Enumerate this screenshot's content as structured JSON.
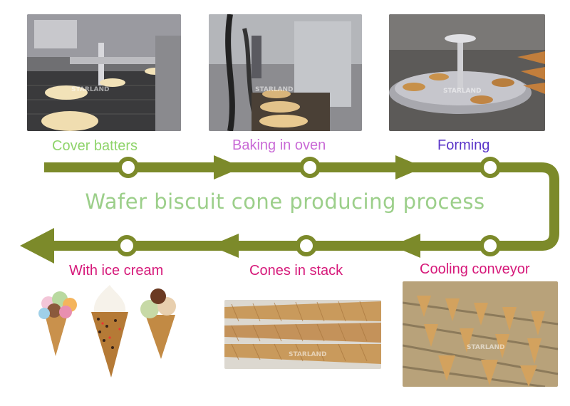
{
  "diagram": {
    "title": "Wafer biscuit cone producing process",
    "steps": [
      {
        "label": "Cover batters",
        "photo": "wafer-oven-photo"
      },
      {
        "label": "Baking in oven",
        "photo": "baking-plates-photo"
      },
      {
        "label": "Forming",
        "photo": "cone-forming-machine-photo"
      },
      {
        "label": "Cooling conveyor",
        "photo": "cooling-conveyor-photo"
      },
      {
        "label": "Cones in stack",
        "photo": "stacked-cones-photo"
      },
      {
        "label": "With ice cream",
        "photo": "ice-cream-cones-photo"
      }
    ],
    "watermark": "STARLAND"
  },
  "colors": {
    "arrow": "#7c8a2a",
    "title": "#9ccf8a",
    "cover_batters": "#8fd46b",
    "baking_in_oven": "#c96ad6",
    "forming": "#5a35c8",
    "bottom_row": "#d6197a"
  }
}
